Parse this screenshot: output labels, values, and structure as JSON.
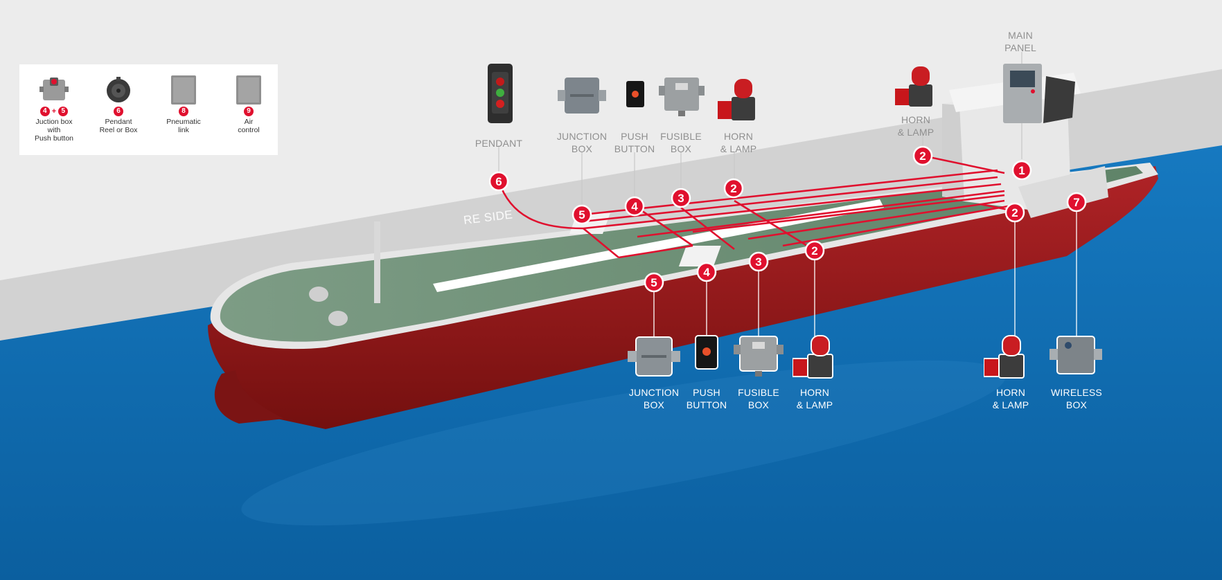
{
  "legend": {
    "items": [
      {
        "numbers": [
          "4",
          "5"
        ],
        "plus": "+",
        "label": "Juction box\nwith\nPush button",
        "icon": "junction-box-push-button-icon"
      },
      {
        "numbers": [
          "6"
        ],
        "label": "Pendant\nReel or Box",
        "icon": "cable-reel-icon"
      },
      {
        "numbers": [
          "8"
        ],
        "label": "Pneumatic\nlink",
        "icon": "pneumatic-link-icon"
      },
      {
        "numbers": [
          "9"
        ],
        "label": "Air\ncontrol",
        "icon": "air-control-icon"
      }
    ]
  },
  "deck_text": "RE SIDE",
  "callouts": {
    "top_pendant": "PENDANT",
    "top_junction": "JUNCTION\nBOX",
    "top_push": "PUSH\nBUTTON",
    "top_fusible": "FUSIBLE\nBOX",
    "top_horn": "HORN\n& LAMP",
    "top_horn_bridge": "HORN\n& LAMP",
    "main_panel": "MAIN\nPANEL",
    "bot_junction": "JUNCTION\nBOX",
    "bot_push": "PUSH\nBUTTON",
    "bot_fusible": "FUSIBLE\nBOX",
    "bot_horn": "HORN\n& LAMP",
    "bot_horn_right": "HORN\n& LAMP",
    "bot_wireless": "WIRELESS\nBOX"
  },
  "markers": [
    {
      "id": "marker-main-panel",
      "label": "1"
    },
    {
      "id": "marker-horn-bridge",
      "label": "2"
    },
    {
      "id": "marker-horn-top",
      "label": "2"
    },
    {
      "id": "marker-horn-bottom",
      "label": "2"
    },
    {
      "id": "marker-horn-right",
      "label": "2"
    },
    {
      "id": "marker-fusible-top",
      "label": "3"
    },
    {
      "id": "marker-fusible-bottom",
      "label": "3"
    },
    {
      "id": "marker-push-top",
      "label": "4"
    },
    {
      "id": "marker-push-bottom",
      "label": "4"
    },
    {
      "id": "marker-junction-top",
      "label": "5"
    },
    {
      "id": "marker-junction-bottom",
      "label": "5"
    },
    {
      "id": "marker-pendant",
      "label": "6"
    },
    {
      "id": "marker-wireless",
      "label": "7"
    }
  ],
  "colors": {
    "sea": "#0a69b0",
    "hull": "#9b1b1d",
    "deck": "#6f8f76",
    "cable": "#e0102e",
    "background": "#ececec"
  }
}
